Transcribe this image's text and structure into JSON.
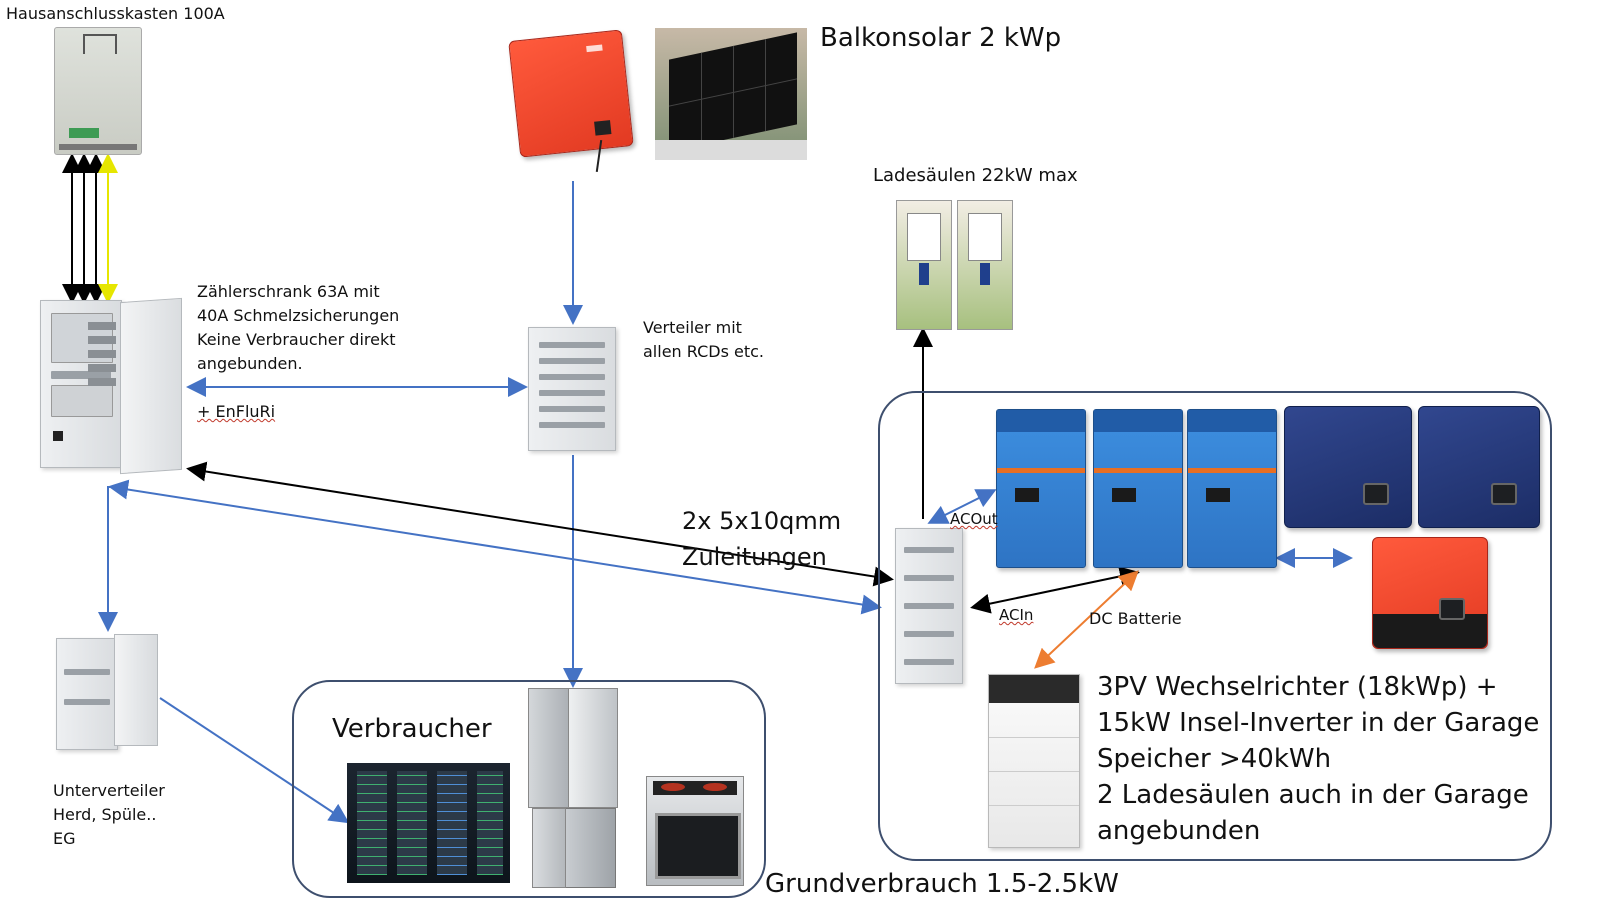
{
  "labels": {
    "hak": "Hausanschlusskasten 100A",
    "balkon": "Balkonsolar 2 kWp",
    "lade": "Ladesäulen 22kW max",
    "zaehler_1": "Zählerschrank 63A mit",
    "zaehler_2": "40A Schmelzsicherungen",
    "zaehler_3": "Keine Verbraucher direkt",
    "zaehler_4": "angebunden.",
    "enfluri": "+ EnFluRi",
    "verteiler_1": "Verteiler mit",
    "verteiler_2": "allen RCDs etc.",
    "zuleitungen_1": "2x 5x10qmm",
    "zuleitungen_2": "Zuleitungen",
    "acout": "ACOut",
    "acin": "ACIn",
    "dc_batterie": "DC Batterie",
    "garage_1": "3PV Wechselrichter (18kWp) +",
    "garage_2": "15kW Insel-Inverter in der Garage",
    "garage_3": "Speicher >40kWh",
    "garage_4": "2 Ladesäulen auch in der Garage",
    "garage_5": "angebunden",
    "verbraucher": "Verbraucher",
    "grundverbrauch": "Grundverbrauch 1.5-2.5kW",
    "unter_1": "Unterverteiler",
    "unter_2": "Herd, Spüle..",
    "unter_3": "EG"
  },
  "colors": {
    "arrow_blue": "#4472c4",
    "arrow_black": "#000000",
    "arrow_yellow": "#ffff00",
    "arrow_orange": "#ed7d31",
    "group_border": "#3e4f6e"
  }
}
